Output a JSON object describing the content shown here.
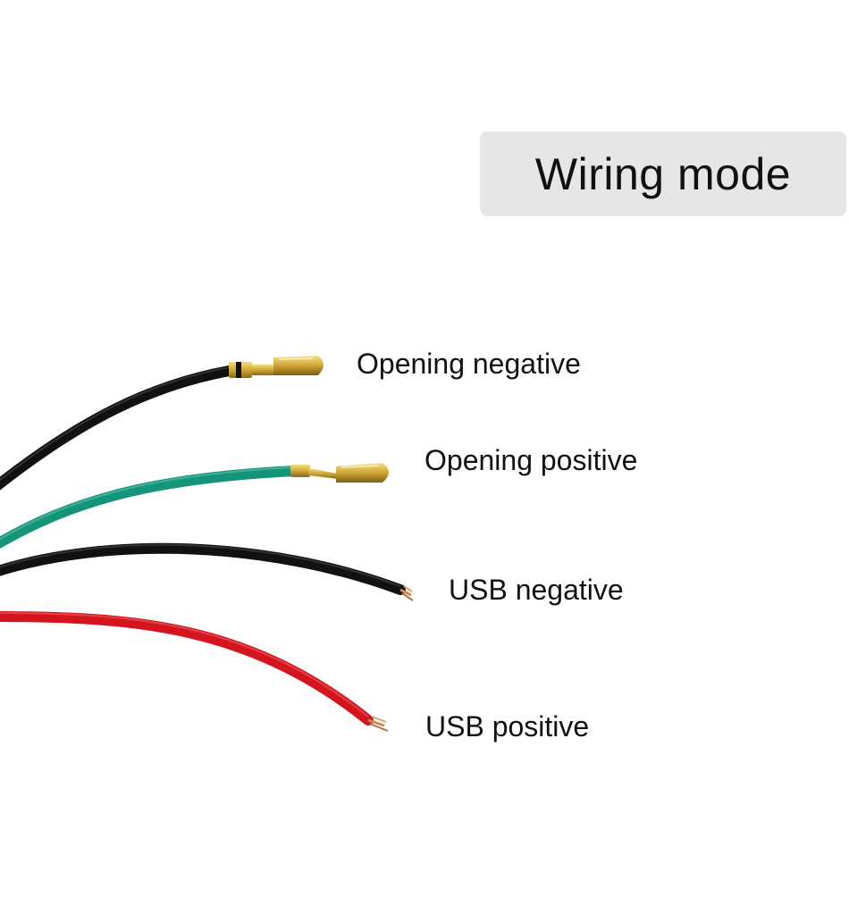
{
  "title": "Wiring mode",
  "wires": [
    {
      "label": "Opening negative",
      "color": "#111111",
      "terminal": "bullet-connector"
    },
    {
      "label": "Opening positive",
      "color": "#14957a",
      "terminal": "bullet-connector"
    },
    {
      "label": "USB negative",
      "color": "#111111",
      "terminal": "stripped-copper"
    },
    {
      "label": "USB positive",
      "color": "#d4141e",
      "terminal": "stripped-copper"
    }
  ],
  "colors": {
    "background": "#ffffff",
    "title_box": "#e6e6e6",
    "brass": "#c9a53a",
    "copper": "#c98a5a"
  }
}
